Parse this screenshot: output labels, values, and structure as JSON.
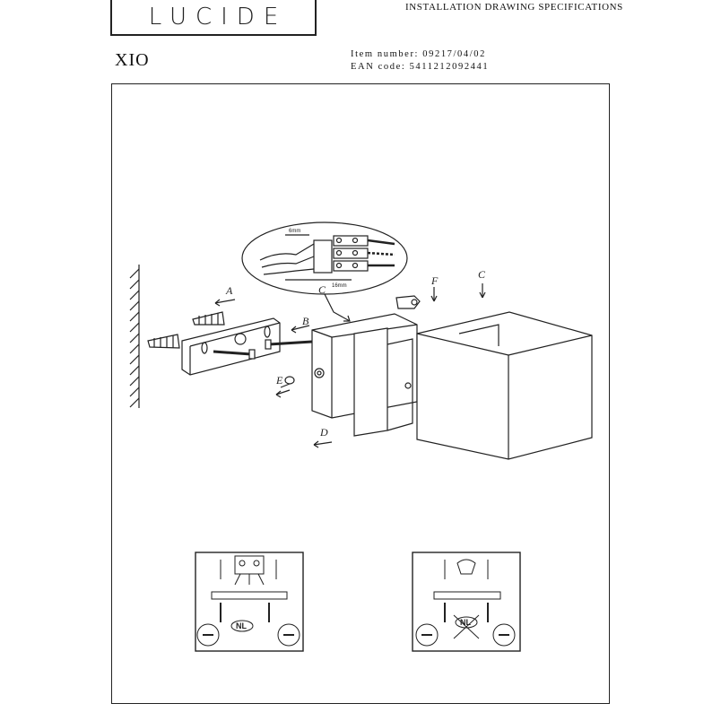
{
  "header": {
    "brand": "LUCIDE",
    "spec_title": "INSTALLATION DRAWING SPECIFICATIONS",
    "product_name": "XIO",
    "item_number": "Item number: 09217/04/02",
    "ean_code": "EAN code: 5411212092441"
  },
  "diagram": {
    "labels": {
      "a": "A",
      "b": "B",
      "c_callout": "C",
      "c_top": "C",
      "d": "D",
      "e": "E",
      "f": "F"
    },
    "callout": {
      "dim_top": "6mm",
      "dim_bottom": "16mm"
    }
  },
  "insets": {
    "left_badge": "NL",
    "right_badge": "NL"
  }
}
